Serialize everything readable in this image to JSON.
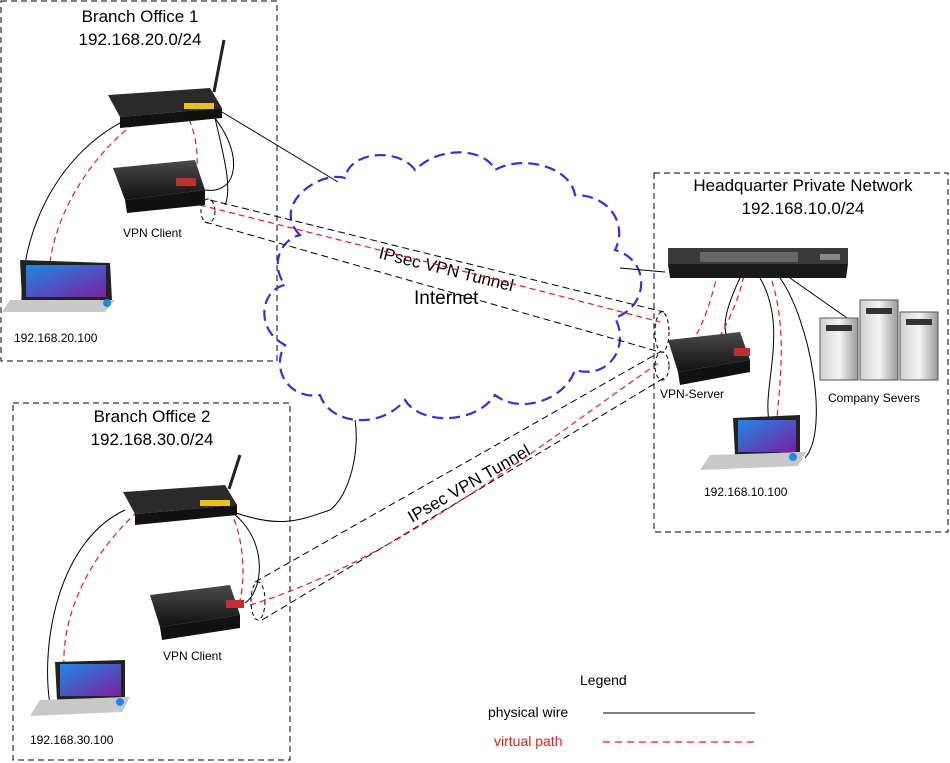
{
  "branch1": {
    "title": "Branch Office 1",
    "subnet": "192.168.20.0/24",
    "client_label": "VPN Client",
    "laptop_ip": "192.168.20.100"
  },
  "branch2": {
    "title": "Branch Office 2",
    "subnet": "192.168.30.0/24",
    "client_label": "VPN Client",
    "laptop_ip": "192.168.30.100"
  },
  "hq": {
    "title": "Headquarter Private Network",
    "subnet": "192.168.10.0/24",
    "server_label": "VPN-Server",
    "servers_label": "Company Severs",
    "laptop_ip": "192.168.10.100"
  },
  "cloud": {
    "label": "Internet"
  },
  "tunnels": {
    "label_top": "IPsec VPN Tunnel",
    "label_bottom": "IPsec VPN Tunnel"
  },
  "legend": {
    "title": "Legend",
    "physical": "physical wire",
    "virtual": "virtual path"
  },
  "colors": {
    "physical": "#000000",
    "virtual": "#e02020",
    "cloud": "#3b2fd0",
    "internet_text": "#5b3fd8",
    "virtual_text": "#e02020"
  }
}
